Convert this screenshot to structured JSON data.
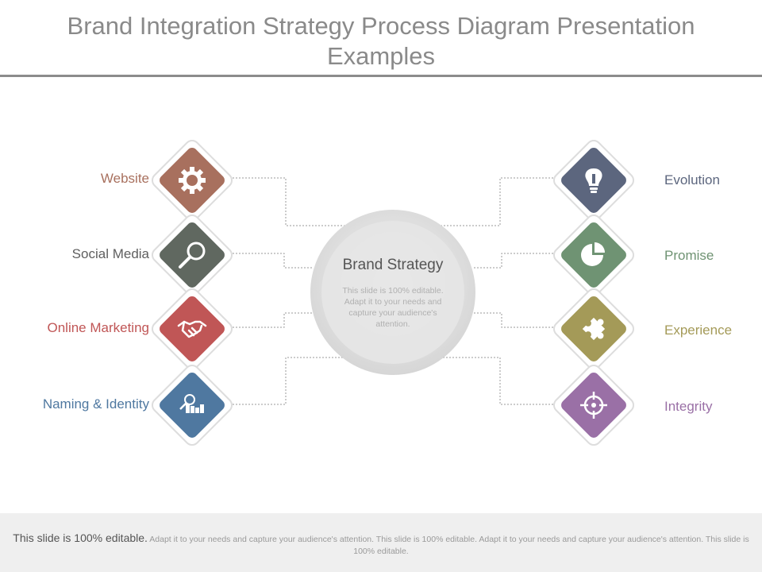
{
  "title": "Brand Integration Strategy Process Diagram Presentation Examples",
  "center": {
    "title": "Brand Strategy",
    "body": "This slide is 100% editable. Adapt it to your needs and capture your audience's attention."
  },
  "left_items": [
    {
      "label": "Website",
      "icon": "gear-icon",
      "color": "#a8705e"
    },
    {
      "label": "Social Media",
      "icon": "magnifier-icon",
      "color": "#606860"
    },
    {
      "label": "Online Marketing",
      "icon": "handshake-icon",
      "color": "#c05656"
    },
    {
      "label": "Naming & Identity",
      "icon": "analytics-icon",
      "color": "#4f78a0"
    }
  ],
  "right_items": [
    {
      "label": "Evolution",
      "icon": "lightbulb-icon",
      "color": "#5c667e"
    },
    {
      "label": "Promise",
      "icon": "pie-chart-icon",
      "color": "#6f9373"
    },
    {
      "label": "Experience",
      "icon": "puzzle-icon",
      "color": "#a49a58"
    },
    {
      "label": "Integrity",
      "icon": "target-icon",
      "color": "#9a70a6"
    }
  ],
  "footer": {
    "lead": "This slide is 100% editable.",
    "body": "Adapt it to your needs and capture your audience's attention. This slide is 100% editable. Adapt it to your needs and capture your audience's attention. This slide is 100% editable."
  }
}
